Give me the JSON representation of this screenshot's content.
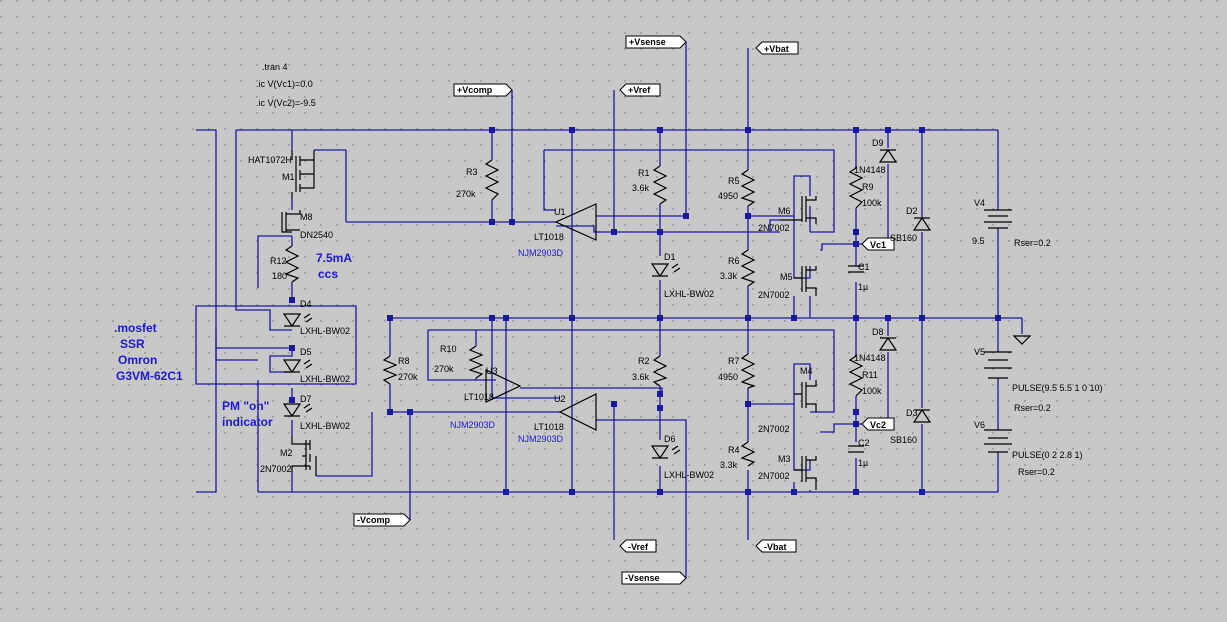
{
  "directives": {
    "tran": ".tran 4",
    "ic1": ".ic V(Vc1)=0.0",
    "ic2": ".ic V(Vc2)=-9.5"
  },
  "notes": {
    "ccs_line1": "7.5mA",
    "ccs_line2": "ccs",
    "ssr_line1": ".mosfet",
    "ssr_line2": "SSR",
    "ssr_line3": "Omron",
    "ssr_line4": "G3VM-62C1",
    "pm_line1": "PM \"on\"",
    "pm_line2": "indicator"
  },
  "nets": {
    "vsense_p": "+Vsense",
    "vbat_p": "+Vbat",
    "vcomp_p": "+Vcomp",
    "vref_p": "+Vref",
    "vc1": "Vc1",
    "vc2": "Vc2",
    "vcomp_n": "-Vcomp",
    "vref_n": "-Vref",
    "vbat_n": "-Vbat",
    "vsense_n": "-Vsense"
  },
  "parts": {
    "m1_model": "HAT1072H",
    "m1": "M1",
    "m8": "M8",
    "m8_model": "DN2540",
    "r12": "R12",
    "r12_val": "180",
    "d4": "D4",
    "d4_model": "LXHL-BW02",
    "d5": "D5",
    "d5_model": "LXHL-BW02",
    "d7": "D7",
    "d7_model": "LXHL-BW02",
    "m2": "M2",
    "m2_model": "2N7002",
    "r3": "R3",
    "r3_val": "270k",
    "r8": "R8",
    "r8_val": "270k",
    "r10": "R10",
    "r10_val": "270k",
    "u1": "U1",
    "u1_model": "LT1018",
    "u1_sub": "NJM2903D",
    "u3": "U3",
    "u3_model": "LT1018",
    "u2": "U2",
    "u2_model": "LT1018",
    "u2_sub_left": "NJM2903D",
    "u2_sub_right": "NJM2903D",
    "r1": "R1",
    "r1_val": "3.6k",
    "d1": "D1",
    "d1_model": "LXHL-BW02",
    "r2": "R2",
    "r2_val": "3.6k",
    "d6": "D6",
    "d6_model": "LXHL-BW02",
    "r5": "R5",
    "r5_val": "4950",
    "r6": "R6",
    "r6_val": "3.3k",
    "r7": "R7",
    "r7_val": "4950",
    "r4": "R4",
    "r4_val": "3.3k",
    "m6": "M6",
    "m6_model": "2N7002",
    "m5": "M5",
    "m5_model": "2N7002",
    "m4": "M4",
    "m4_model": "2N7002",
    "m3": "M3",
    "m3_model": "2N7002",
    "d9": "D9",
    "d9_model": "1N4148",
    "r9": "R9",
    "r9_val": "100k",
    "d8": "D8",
    "d8_model": "1N4148",
    "r11": "R11",
    "r11_val": "100k",
    "c1": "C1",
    "c1_val": "1µ",
    "c2": "C2",
    "c2_val": "1µ",
    "d2": "D2",
    "d2_model": "SB160",
    "d3": "D3",
    "d3_model": "SB160",
    "v4": "V4",
    "v4_val": "9.5",
    "v4_rser": "Rser=0.2",
    "v5": "V5",
    "v5_val": "PULSE(9.5 5.5 1 0 10)",
    "v5_rser": "Rser=0.2",
    "v6": "V6",
    "v6_val": "PULSE(0 2 2.8 1)",
    "v6_rser": "Rser=0.2"
  },
  "colors": {
    "background": "#c8c8c8",
    "wire": "#1a1aa0",
    "component": "#000000",
    "note_text": "#1a1ad0",
    "net_label_fill": "#ffffff"
  }
}
